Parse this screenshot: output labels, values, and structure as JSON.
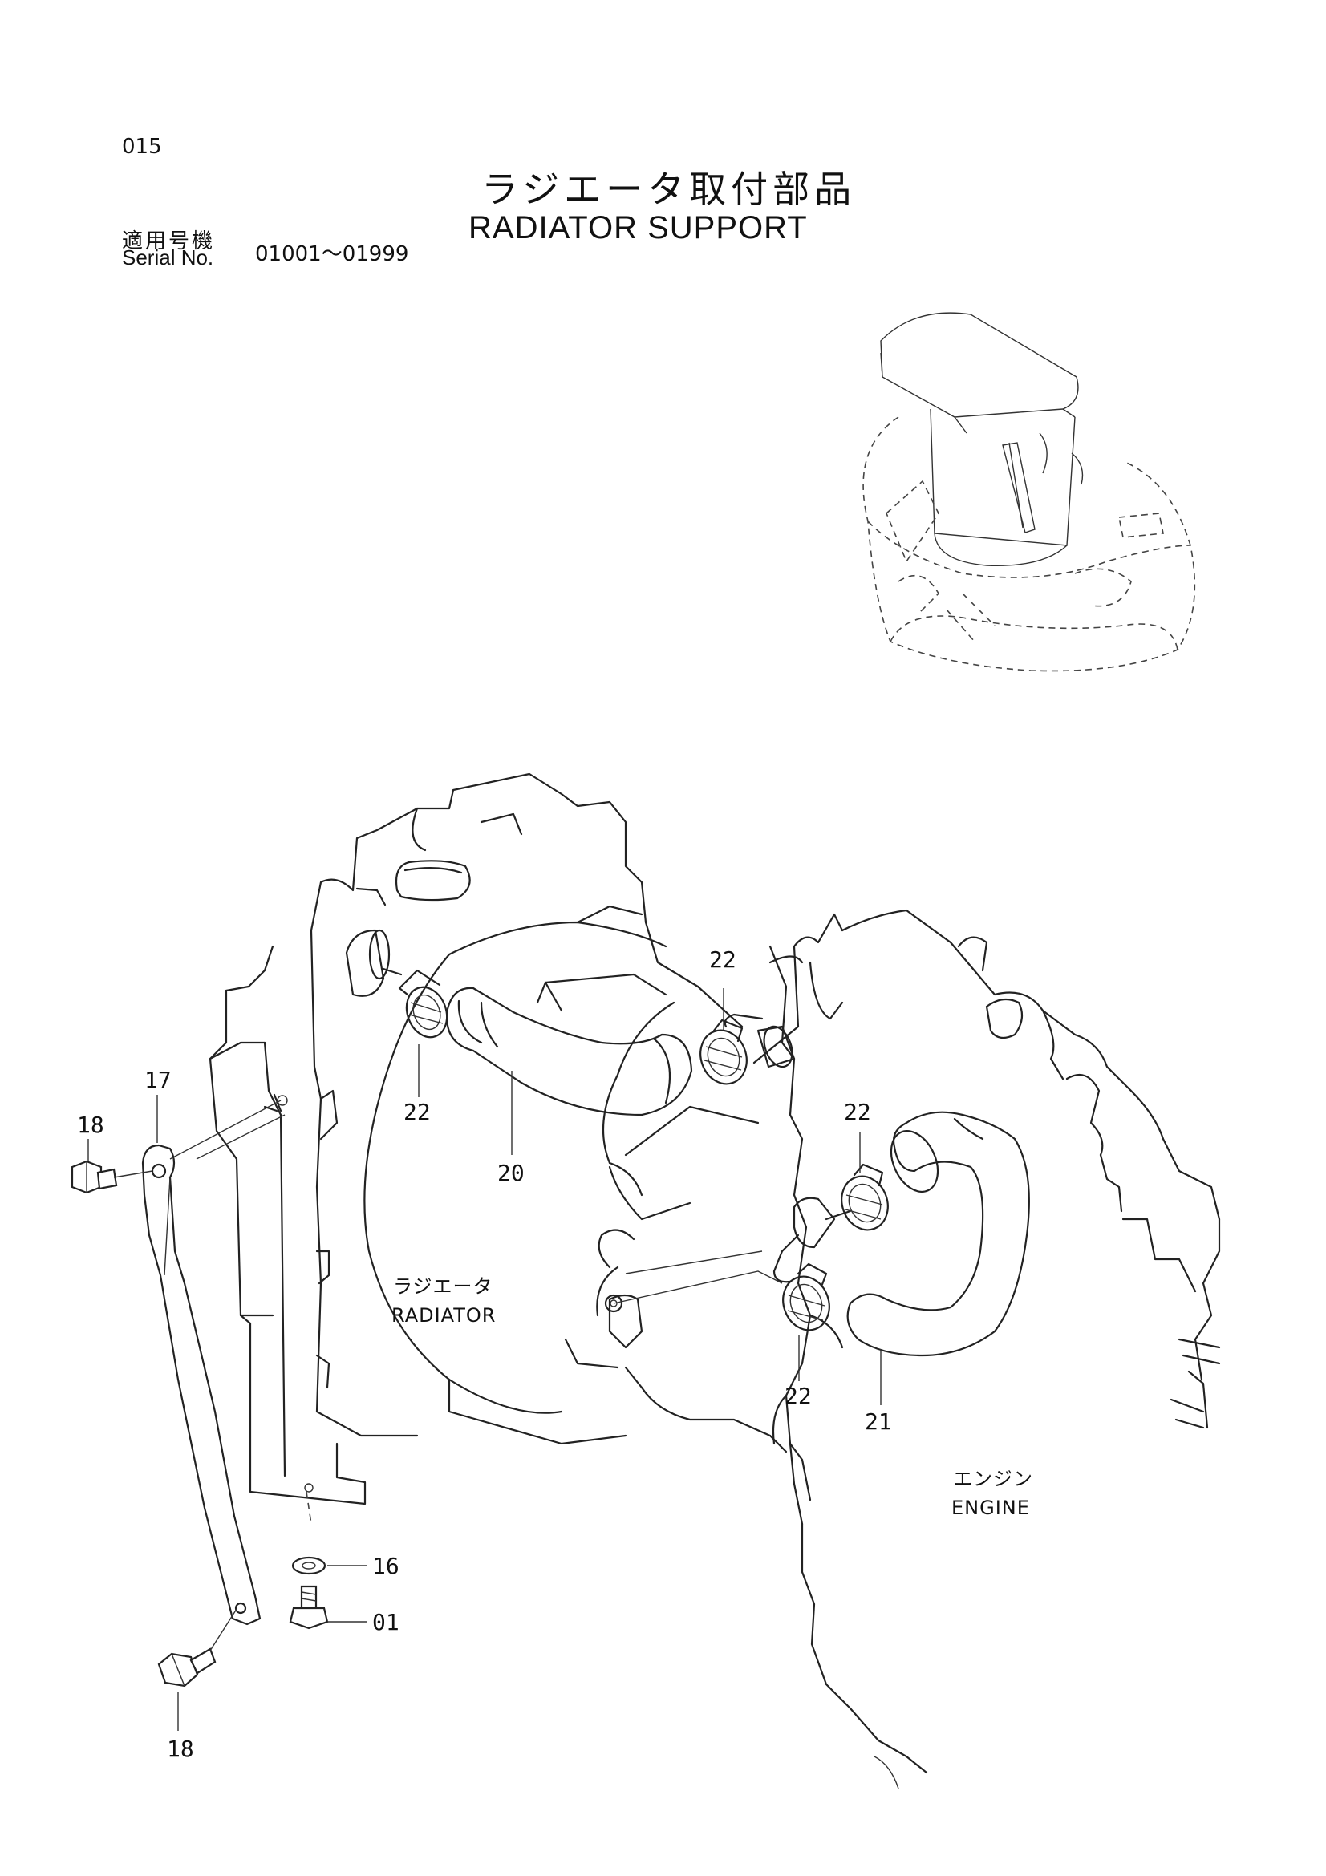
{
  "header": {
    "page_number": "015",
    "title_jp": "ラジエータ取付部品",
    "title_en": "RADIATOR SUPPORT",
    "serial_label_jp": "適用号機",
    "serial_label_en": "Serial No.",
    "serial_range": "01001～01999"
  },
  "labels": {
    "radiator_jp": "ラジエータ",
    "radiator_en": "RADIATOR",
    "engine_jp": "エンジン",
    "engine_en": "ENGINE"
  },
  "callouts": {
    "c22_top": "22",
    "c22_left": "22",
    "c22_right": "22",
    "c22_bottom": "22",
    "c20": "20",
    "c21": "21",
    "c17": "17",
    "c18_top": "18",
    "c18_bottom": "18",
    "c16": "16",
    "c01": "01"
  }
}
